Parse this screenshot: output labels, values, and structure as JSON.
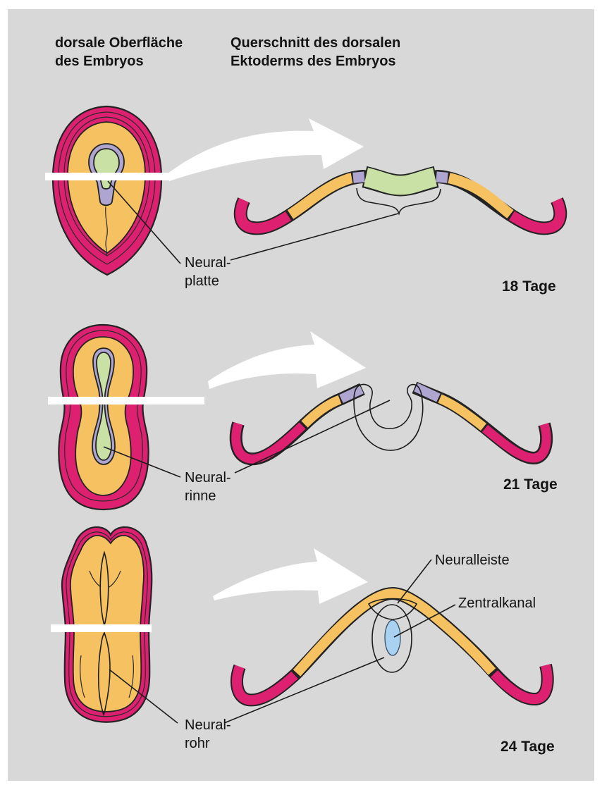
{
  "figure": {
    "background_color": "#d8d8d8",
    "column_headers": {
      "left": "dorsale Oberfläche\ndes Embryos",
      "right": "Querschnitt des dorsalen\nEktoderms des Embryos"
    }
  },
  "colors": {
    "magenta": "#de2070",
    "orange": "#f6c160",
    "green": "#c9e1a5",
    "lavender": "#aea5d0",
    "blue": "#a8d2ef",
    "white": "#ffffff",
    "outline": "#232323"
  },
  "stages": [
    {
      "id": "18-tage",
      "day_label": "18 Tage",
      "structure_label": "Neural-\nplatte"
    },
    {
      "id": "21-tage",
      "day_label": "21 Tage",
      "structure_label": "Neural-\nrinne"
    },
    {
      "id": "24-tage",
      "day_label": "24 Tage",
      "structure_label": "Neural-\nrohr",
      "annotations": {
        "neural_crest": "Neuralleiste",
        "central_canal": "Zentralkanal"
      }
    }
  ]
}
